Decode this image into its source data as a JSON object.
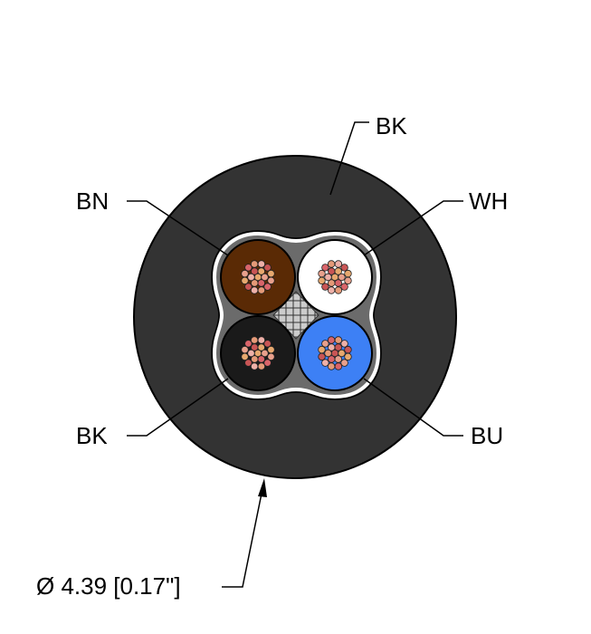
{
  "labels": {
    "jacket": "BK",
    "brown": "BN",
    "white": "WH",
    "black": "BK",
    "blue": "BU",
    "diameter": "Ø 4.39 [0.17\"]"
  },
  "colors": {
    "jacket": "#333333",
    "brown": "#5a2a05",
    "white": "#ffffff",
    "black": "#1a1a1a",
    "blue": "#3d80f5",
    "filler": "#6b6b6b",
    "strands": [
      "#e8a08c",
      "#d9646a",
      "#e59a78",
      "#eeb0a8",
      "#c95555",
      "#e7a86e"
    ]
  }
}
